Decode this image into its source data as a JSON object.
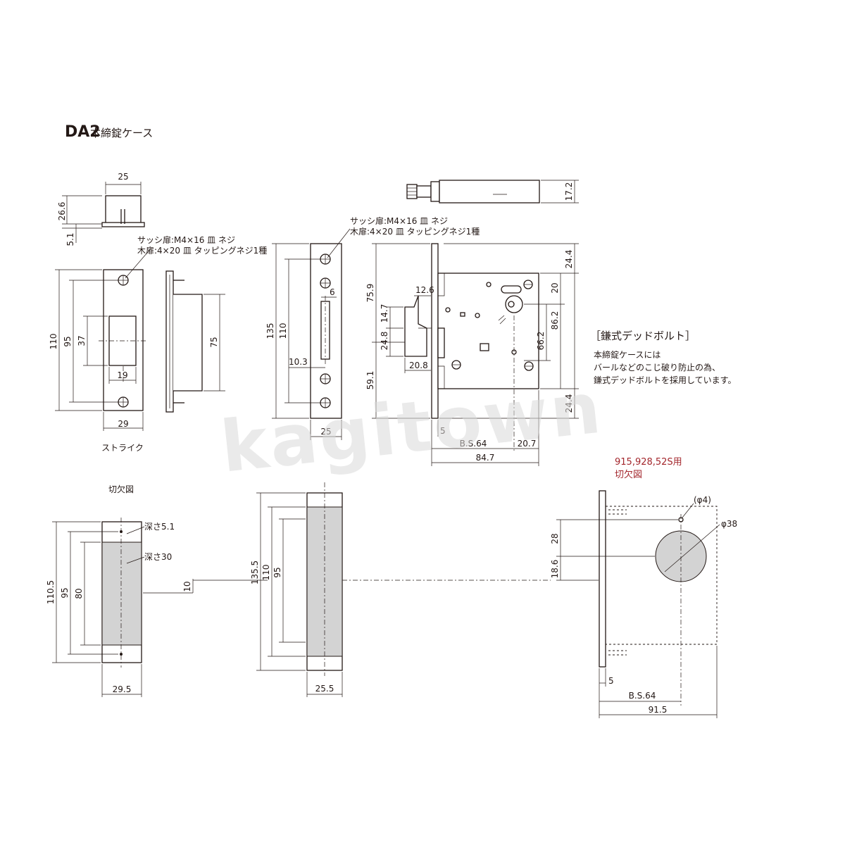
{
  "title": {
    "model": "DA2",
    "name": "本締錠ケース"
  },
  "watermark": "kagitown",
  "strike": {
    "caption": "ストライク",
    "screw_note": [
      "サッシ扉:M4×16 皿 ネジ",
      "木扉:4×20 皿 タッピングネジ1種"
    ],
    "dims": {
      "top_width": "25",
      "top_height": "26.6",
      "top_base": "5.1",
      "height": "110",
      "hole_pitch": "95",
      "slot_height": "37",
      "slot_width": "19",
      "width": "29",
      "side_height": "75"
    }
  },
  "lockcase": {
    "screw_note": [
      "サッシ扉:M4×16 皿 ネジ",
      "木扉:4×20 皿 タッピングネジ1種"
    ],
    "dims": {
      "front_height": "135",
      "front_pitch": "110",
      "bolt_width": "6",
      "bolt_offset": "10.3",
      "front_width": "25",
      "top_thickness": "17.2",
      "upper": "75.9",
      "lower": "59.1",
      "bolt_step": "12.6",
      "bolt_upper": "14.7",
      "bolt_height": "24.8",
      "bolt_throw": "20.8",
      "right_top": "24.4",
      "right_cyl": "20",
      "right_mid": "86.2",
      "right_inner": "66.2",
      "right_bottom": "24.4",
      "front_offset": "5",
      "backset": "B.S.64",
      "back": "20.7",
      "body_width": "84.7"
    },
    "deadbolt_title": "［鎌式デッドボルト］",
    "deadbolt_text": [
      "本締錠ケースには",
      "バールなどのこじ破り防止の為、",
      "鎌式デッドボルトを採用しています。"
    ]
  },
  "cutout": {
    "caption": "切欠図",
    "dims": {
      "height": "110.5",
      "pitch": "95",
      "depth_height": "80",
      "depth_shallow": "深さ5.1",
      "depth_deep": "深さ30",
      "width": "29.5",
      "offset": "10",
      "mortise_height": "135.5",
      "mortise_pitch": "110",
      "mortise_inner": "95",
      "mortise_width": "25.5"
    }
  },
  "door_cutout": {
    "heading": [
      "915,928,52S用",
      "切欠図"
    ],
    "dims": {
      "hole_small": "(φ4)",
      "hole_big": "φ38",
      "upper": "28",
      "lower": "18.6",
      "front": "5",
      "backset": "B.S.64",
      "width": "91.5"
    }
  }
}
